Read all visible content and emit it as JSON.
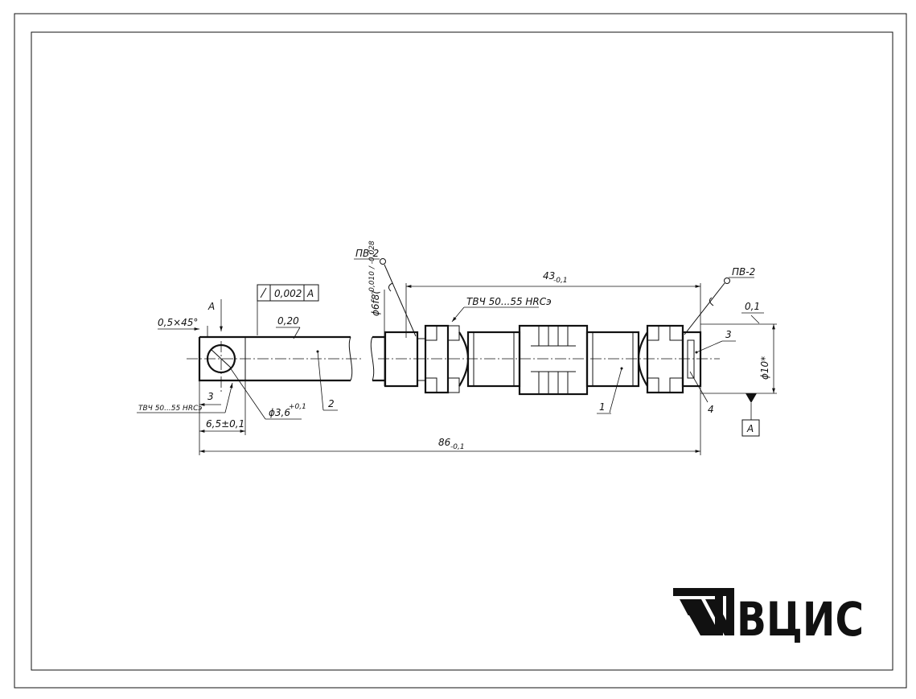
{
  "drawing": {
    "labels": {
      "weld_left": "ПВ-2",
      "weld_right": "ПВ-2",
      "length_43": "43",
      "length_43_tol": "-0,1",
      "dia_6": "ϕ6f8(",
      "dia_6_tol": "-0,010 / -0,028",
      "dia_6_close": ")",
      "hardening_top": "ТВЧ 50...55 HRCэ",
      "runout_value": "0,1",
      "datum_top": "A",
      "chamfer": "0,5×45°",
      "parallel_tol": "0,002",
      "parallel_datum": "A",
      "flat_dim": "0,20",
      "part_3": "3",
      "dia_10": "ϕ10*",
      "hardening_left": "ТВЧ 50...55 HRCэ",
      "dim_3": "3",
      "dim_65": "6,5±0,1",
      "dia_36": "ϕ3,6",
      "dia_36_tol": "+0,1",
      "part_2": "2",
      "part_1": "1",
      "part_4": "4",
      "datum_box": "A",
      "length_86": "86",
      "length_86_tol": "-0,1"
    }
  },
  "logo": {
    "text": "ВЦИС"
  }
}
